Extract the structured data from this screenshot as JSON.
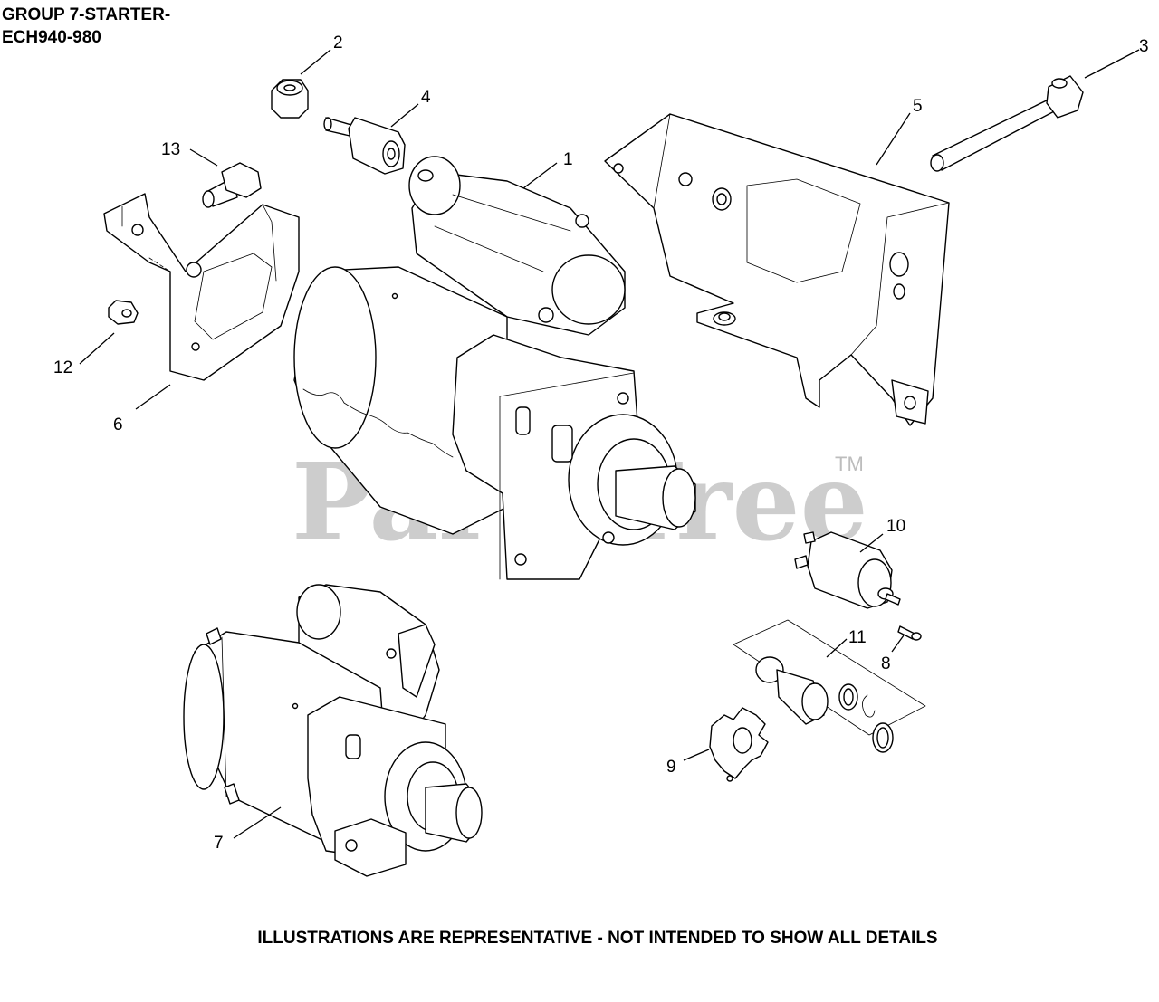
{
  "header": {
    "line1": "GROUP 7-STARTER-",
    "line2": "ECH940-980"
  },
  "watermark": {
    "text": "PartsTree",
    "tm": "TM"
  },
  "callouts": [
    {
      "number": "1"
    },
    {
      "number": "2"
    },
    {
      "number": "3"
    },
    {
      "number": "4"
    },
    {
      "number": "5"
    },
    {
      "number": "6"
    },
    {
      "number": "7"
    },
    {
      "number": "8"
    },
    {
      "number": "9"
    },
    {
      "number": "10"
    },
    {
      "number": "11"
    },
    {
      "number": "12"
    },
    {
      "number": "13"
    }
  ],
  "footer": {
    "text": "ILLUSTRATIONS ARE REPRESENTATIVE - NOT INTENDED TO SHOW ALL DETAILS"
  }
}
